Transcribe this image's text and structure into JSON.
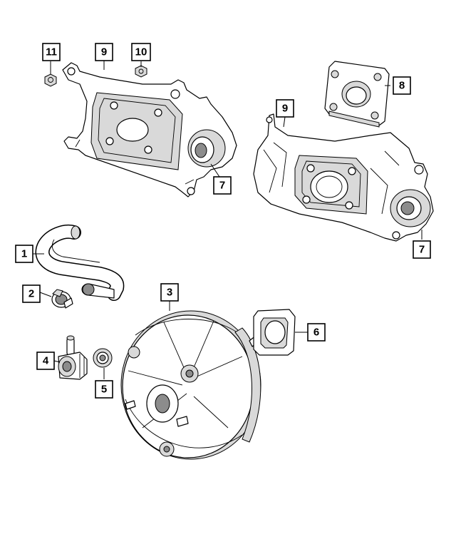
{
  "callouts": {
    "c1": "1",
    "c2": "2",
    "c3": "3",
    "c4": "4",
    "c5": "5",
    "c6": "6",
    "c7a": "7",
    "c7b": "7",
    "c8": "8",
    "c9a": "9",
    "c9b": "9",
    "c10": "10",
    "c11": "11"
  }
}
